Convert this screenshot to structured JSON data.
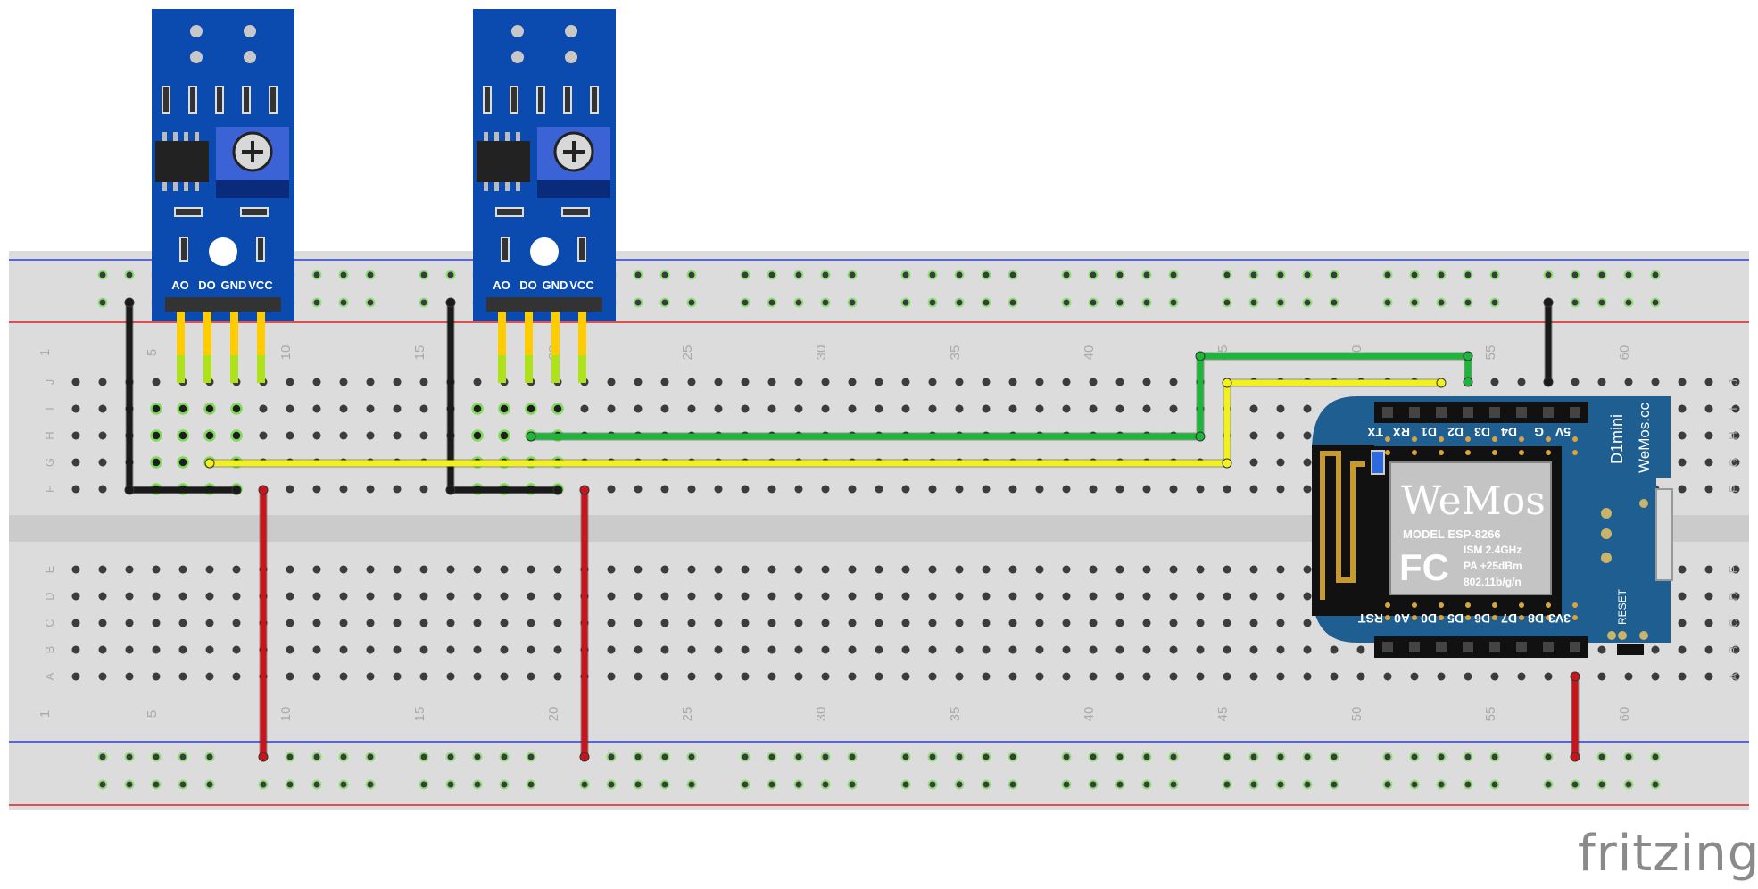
{
  "breadboard": {
    "row_letters_top": [
      "J",
      "I",
      "H",
      "G",
      "F"
    ],
    "row_letters_bottom": [
      "E",
      "D",
      "C",
      "B",
      "A"
    ],
    "column_markers": [
      "1",
      "5",
      "10",
      "15",
      "20",
      "25",
      "30",
      "35",
      "40",
      "45",
      "50",
      "55",
      "60"
    ]
  },
  "sensors": [
    {
      "pins": [
        "AO",
        "DO",
        "GND",
        "VCC"
      ]
    },
    {
      "pins": [
        "AO",
        "DO",
        "GND",
        "VCC"
      ]
    }
  ],
  "wemos": {
    "top_header": [
      "TX",
      "RX",
      "D1",
      "D2",
      "D3",
      "D4",
      "G",
      "5V"
    ],
    "bottom_header": [
      "RST",
      "A0",
      "D0",
      "D5",
      "D6",
      "D7",
      "D8",
      "3V3"
    ],
    "side_title": "D1mini",
    "side_url": "WeMos.cc",
    "reset_label": "RESET",
    "logo": "WeMos",
    "chip_lines": [
      "MODEL  ESP-8266",
      "ISM 2.4GHz",
      "PA +25dBm",
      "802.11b/g/n"
    ],
    "fcc": "FC"
  },
  "brand": "fritzing",
  "colors": {
    "board": "#dcdcdc",
    "hole": "#3c3c3c",
    "hole_active": "#7ed957",
    "rail_blue": "#2b3fd6",
    "rail_red": "#e02020",
    "sensor_blue": "#0b4bb0",
    "wemos_blue": "#1f5e91",
    "wire_black": "#1a1a1a",
    "wire_red": "#c8141b",
    "wire_green": "#1db53a",
    "wire_yellow": "#f2f01e",
    "pin_yellow": "#ffcc00",
    "pin_green": "#aee21a"
  }
}
